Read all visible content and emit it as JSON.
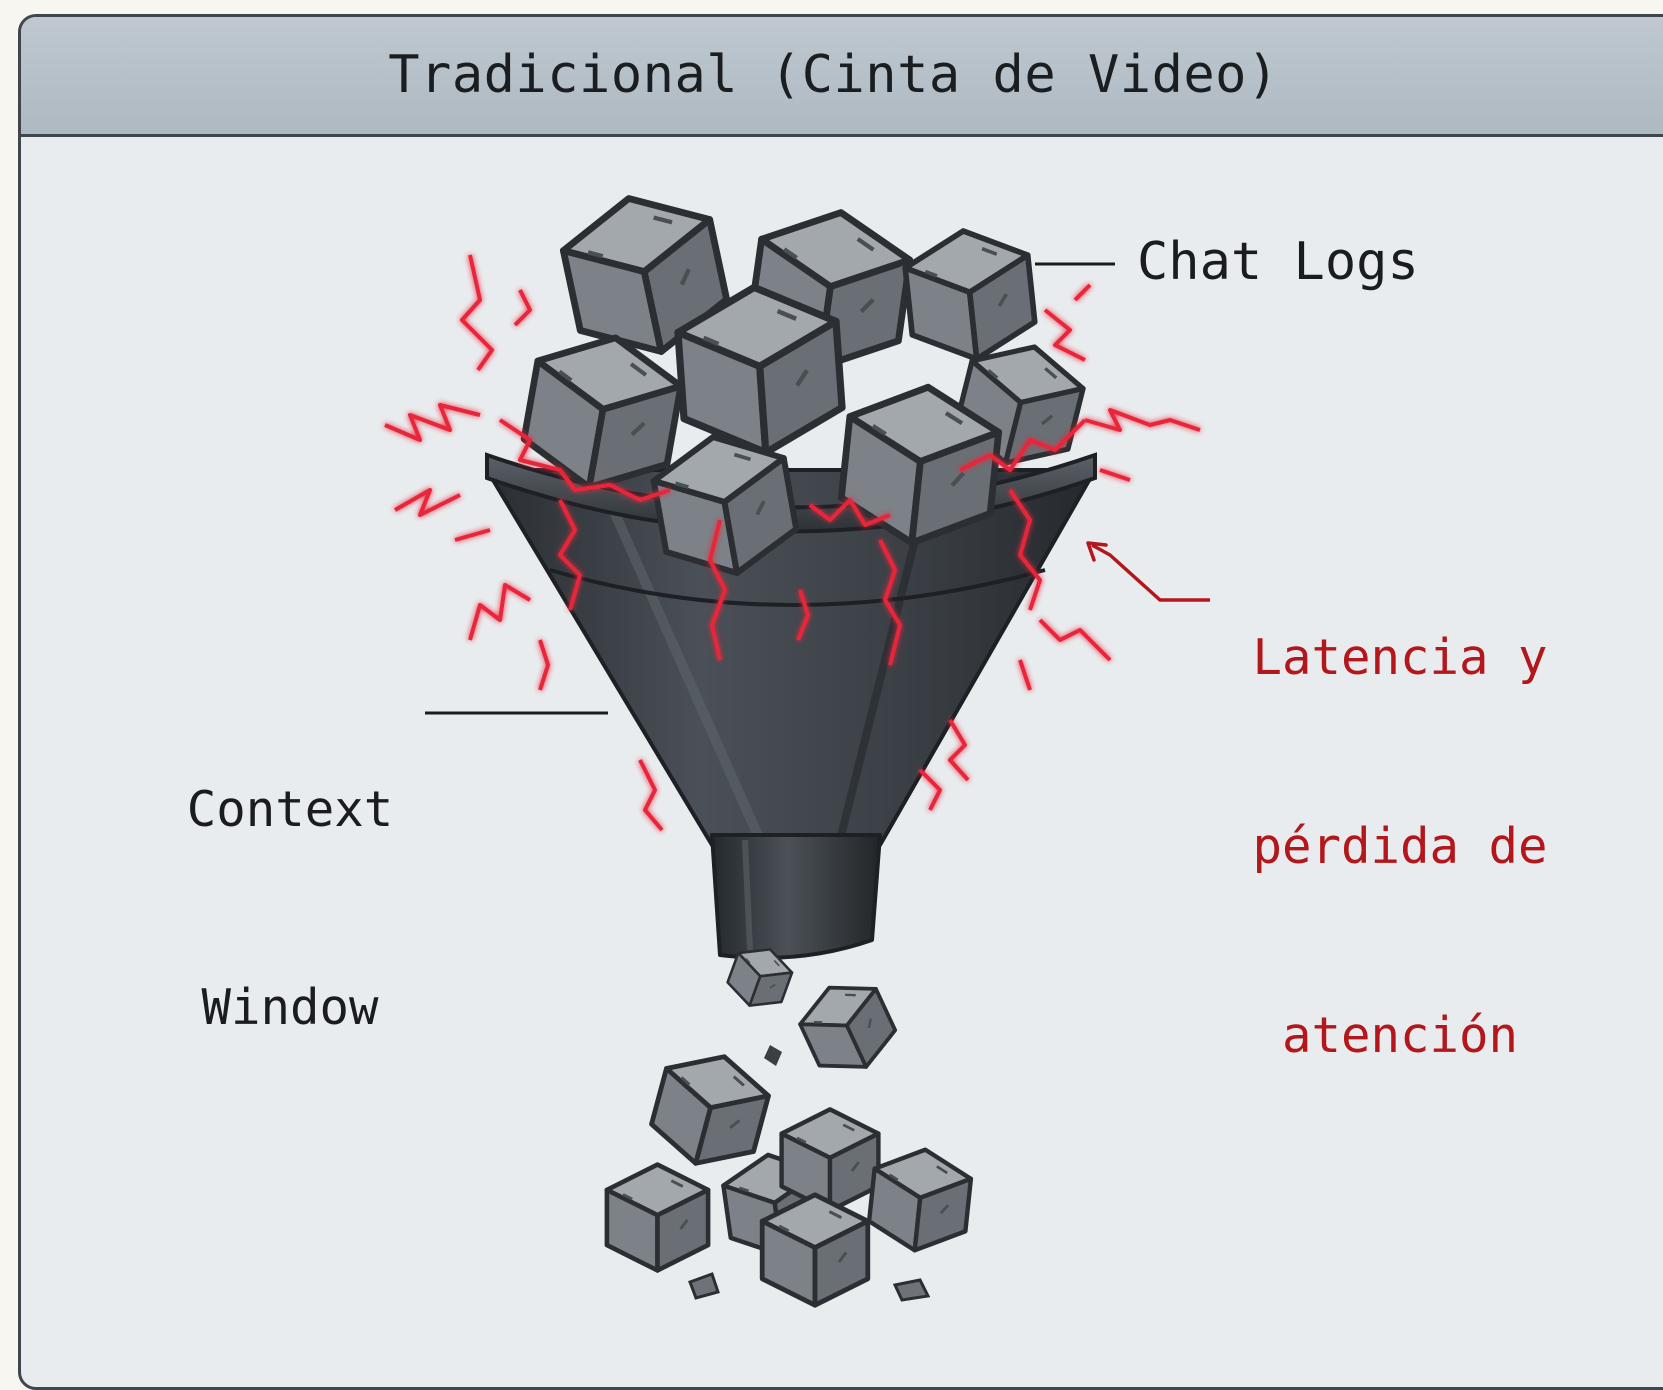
{
  "header": {
    "title": "Tradicional (Cinta de Video)"
  },
  "labels": {
    "chat_logs": "Chat Logs",
    "context_window_line1": "Context",
    "context_window_line2": "Window",
    "latency_line1": "Latencia y",
    "latency_line2": "pérdida de",
    "latency_line3": "atención"
  },
  "colors": {
    "header_bg": "#b5bfc7",
    "panel_bg": "#e9ecee",
    "funnel": "#3b4046",
    "blocks": "#8a8f95",
    "spark": "#e8283a",
    "warning_text": "#b3161b"
  },
  "icons": {
    "funnel": "funnel-icon",
    "blocks": "stone-block-icon",
    "spark": "electric-spark-icon"
  }
}
